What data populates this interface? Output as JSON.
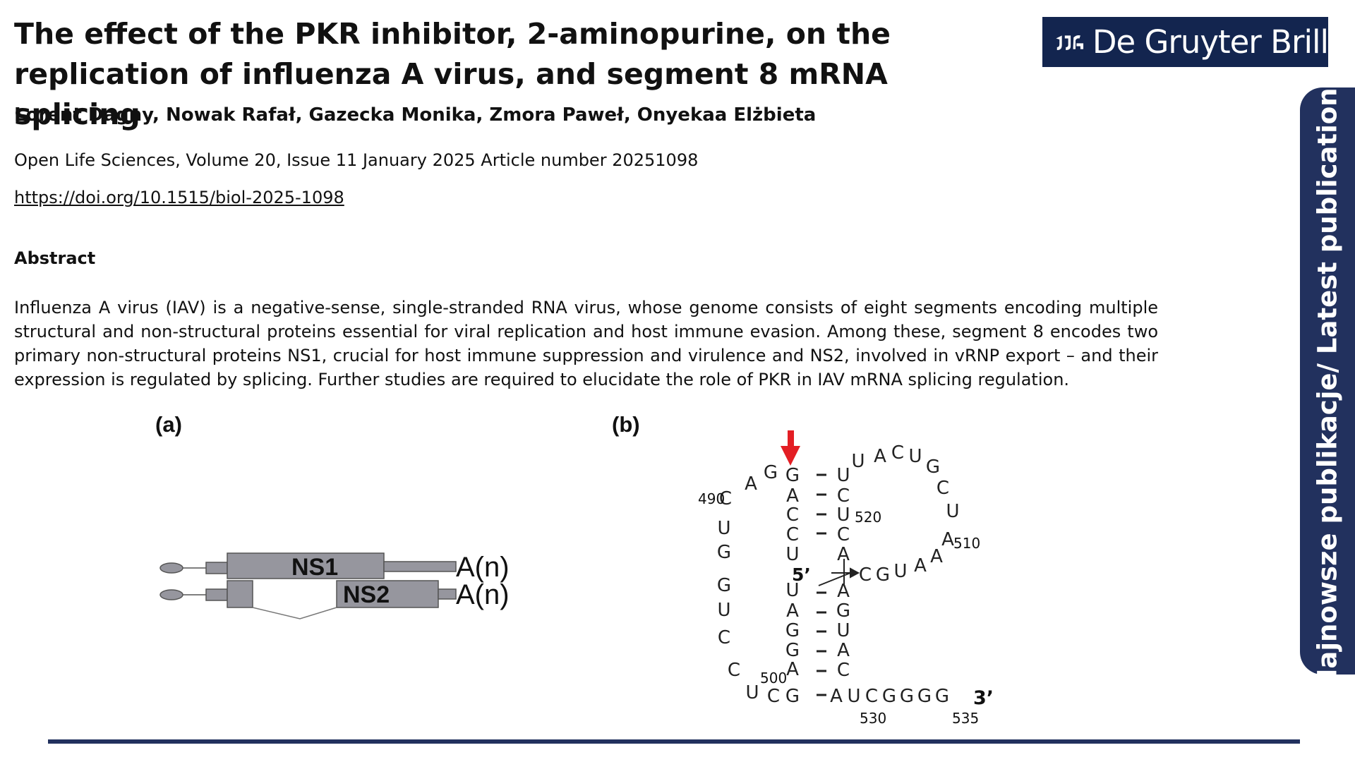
{
  "article": {
    "title": "The effect of the PKR inhibitor, 2-aminopurine, on the replication of influenza A virus, and segment 8 mRNA splicing",
    "authors": "Lorent Dagny, Nowak Rafał, Gazecka Monika, Zmora Paweł, Onyekaa Elżbieta",
    "journal": "Open Life Sciences, Volume 20, Issue 11 January 2025 Article number 20251098",
    "doi": "https://doi.org/10.1515/biol-2025-1098",
    "abstract_heading": "Abstract",
    "abstract": "Influenza A virus (IAV) is a negative-sense, single-stranded RNA virus, whose genome consists of eight segments encoding multiple structural and non-structural proteins essential for viral replication and host immune evasion. Among these, segment 8 encodes two primary non-structural proteins NS1, crucial for host immune suppression and virulence and NS2, involved in vRNP export – and their expression is regulated by splicing. Further studies are required to elucidate the role of PKR in IAV mRNA splicing regulation."
  },
  "logo": {
    "text": "De Gruyter Brill"
  },
  "side_tab": {
    "label": "Najnowsze publikacje/ Latest publications"
  },
  "figure": {
    "panel_a": {
      "label": "(a)",
      "ns1": "NS1",
      "ns2": "NS2",
      "polya": "A(n)"
    },
    "panel_b": {
      "label": "(b)",
      "nucleotides": [
        "C",
        "A",
        "G",
        "G",
        "A",
        "C",
        "C",
        "U",
        "U",
        "A",
        "G",
        "G",
        "A",
        "G",
        "U",
        "C",
        "U",
        "C",
        "A",
        "U",
        "A",
        "C",
        "U",
        "G",
        "C",
        "U",
        "A",
        "A",
        "A",
        "U",
        "G",
        "C",
        "A",
        "G",
        "U",
        "A",
        "C",
        "U",
        "G",
        "G",
        "U",
        "C",
        "C",
        "U",
        "C",
        "A",
        "U",
        "C",
        "G",
        "G",
        "G",
        "G"
      ],
      "numbers": [
        "490",
        "520",
        "510",
        "500",
        "530",
        "535"
      ],
      "end5": "5’",
      "end3": "3’",
      "arrow_color": "#e31e24"
    }
  },
  "colors": {
    "brand_navy": "#22315e",
    "logo_bg": "#13254f",
    "box_grey": "#96969e"
  }
}
